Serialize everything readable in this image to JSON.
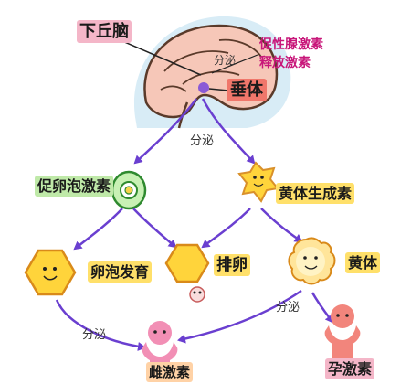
{
  "labels": {
    "hypothalamus": "下丘脑",
    "gnrh_line1": "促性腺激素",
    "gnrh_line2": "释放激素",
    "secrete_top": "分泌",
    "pituitary": "垂体",
    "secrete_mid": "分泌",
    "fsh": "促卵泡激素",
    "lh": "黄体生成素",
    "follicle_dev": "卵泡发育",
    "ovulation": "排卵",
    "corpus_luteum": "黄体",
    "secrete_right": "分泌",
    "secrete_left": "分泌",
    "estrogen": "雌激素",
    "progesterone": "孕激素"
  },
  "colors": {
    "arrow": "#6a3fd0",
    "brain_outline": "#5a3a2a",
    "brain_fill": "#f6c7b8",
    "halo": "#d8ecf6"
  }
}
